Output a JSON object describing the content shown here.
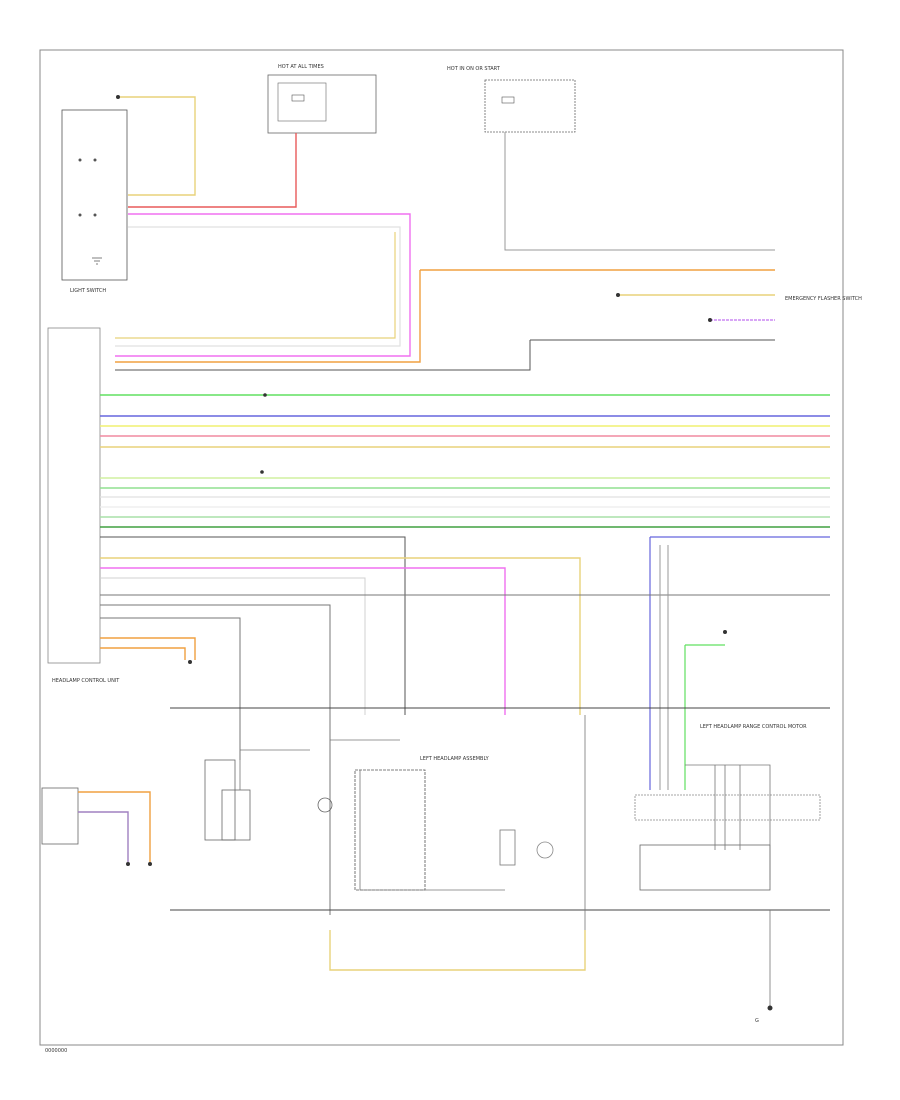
{
  "components": {
    "left_switch": {
      "text": "LIGHT SWITCH"
    },
    "control_unit": {
      "text": "HEADLAMP CONTROL UNIT"
    },
    "fuse_box_top": {
      "text": "HOT AT ALL TIMES"
    },
    "relay_box": {
      "text": "HOT IN ON OR START"
    },
    "emergency_flasher": {
      "text": "EMERGENCY FLASHER SWITCH"
    },
    "left_headlamp_assembly": {
      "text": "LEFT HEADLAMP ASSEMBLY"
    },
    "left_headlamp_range": {
      "text": "LEFT HEADLAMP RANGE CONTROL MOTOR"
    },
    "ground_left": {
      "text": "G"
    },
    "ground_bottom": {
      "text": "G"
    }
  },
  "footer": {
    "code": "0000000"
  },
  "icons": [
    "ground-icon",
    "lamp-bulb-icon",
    "switch-contact-icon",
    "connector-icon",
    "fuse-icon"
  ],
  "wire_colors": {
    "yellow": "#e8d27a",
    "red": "#e85a5a",
    "pink": "#f070f0",
    "orange": "#f0a040",
    "green": "#60e060",
    "blue": "#6666dd",
    "lightyellow": "#f0f070",
    "rose": "#f08aa0",
    "darkgreen": "#40a040",
    "gray": "#777777",
    "purple": "#a080c0"
  }
}
